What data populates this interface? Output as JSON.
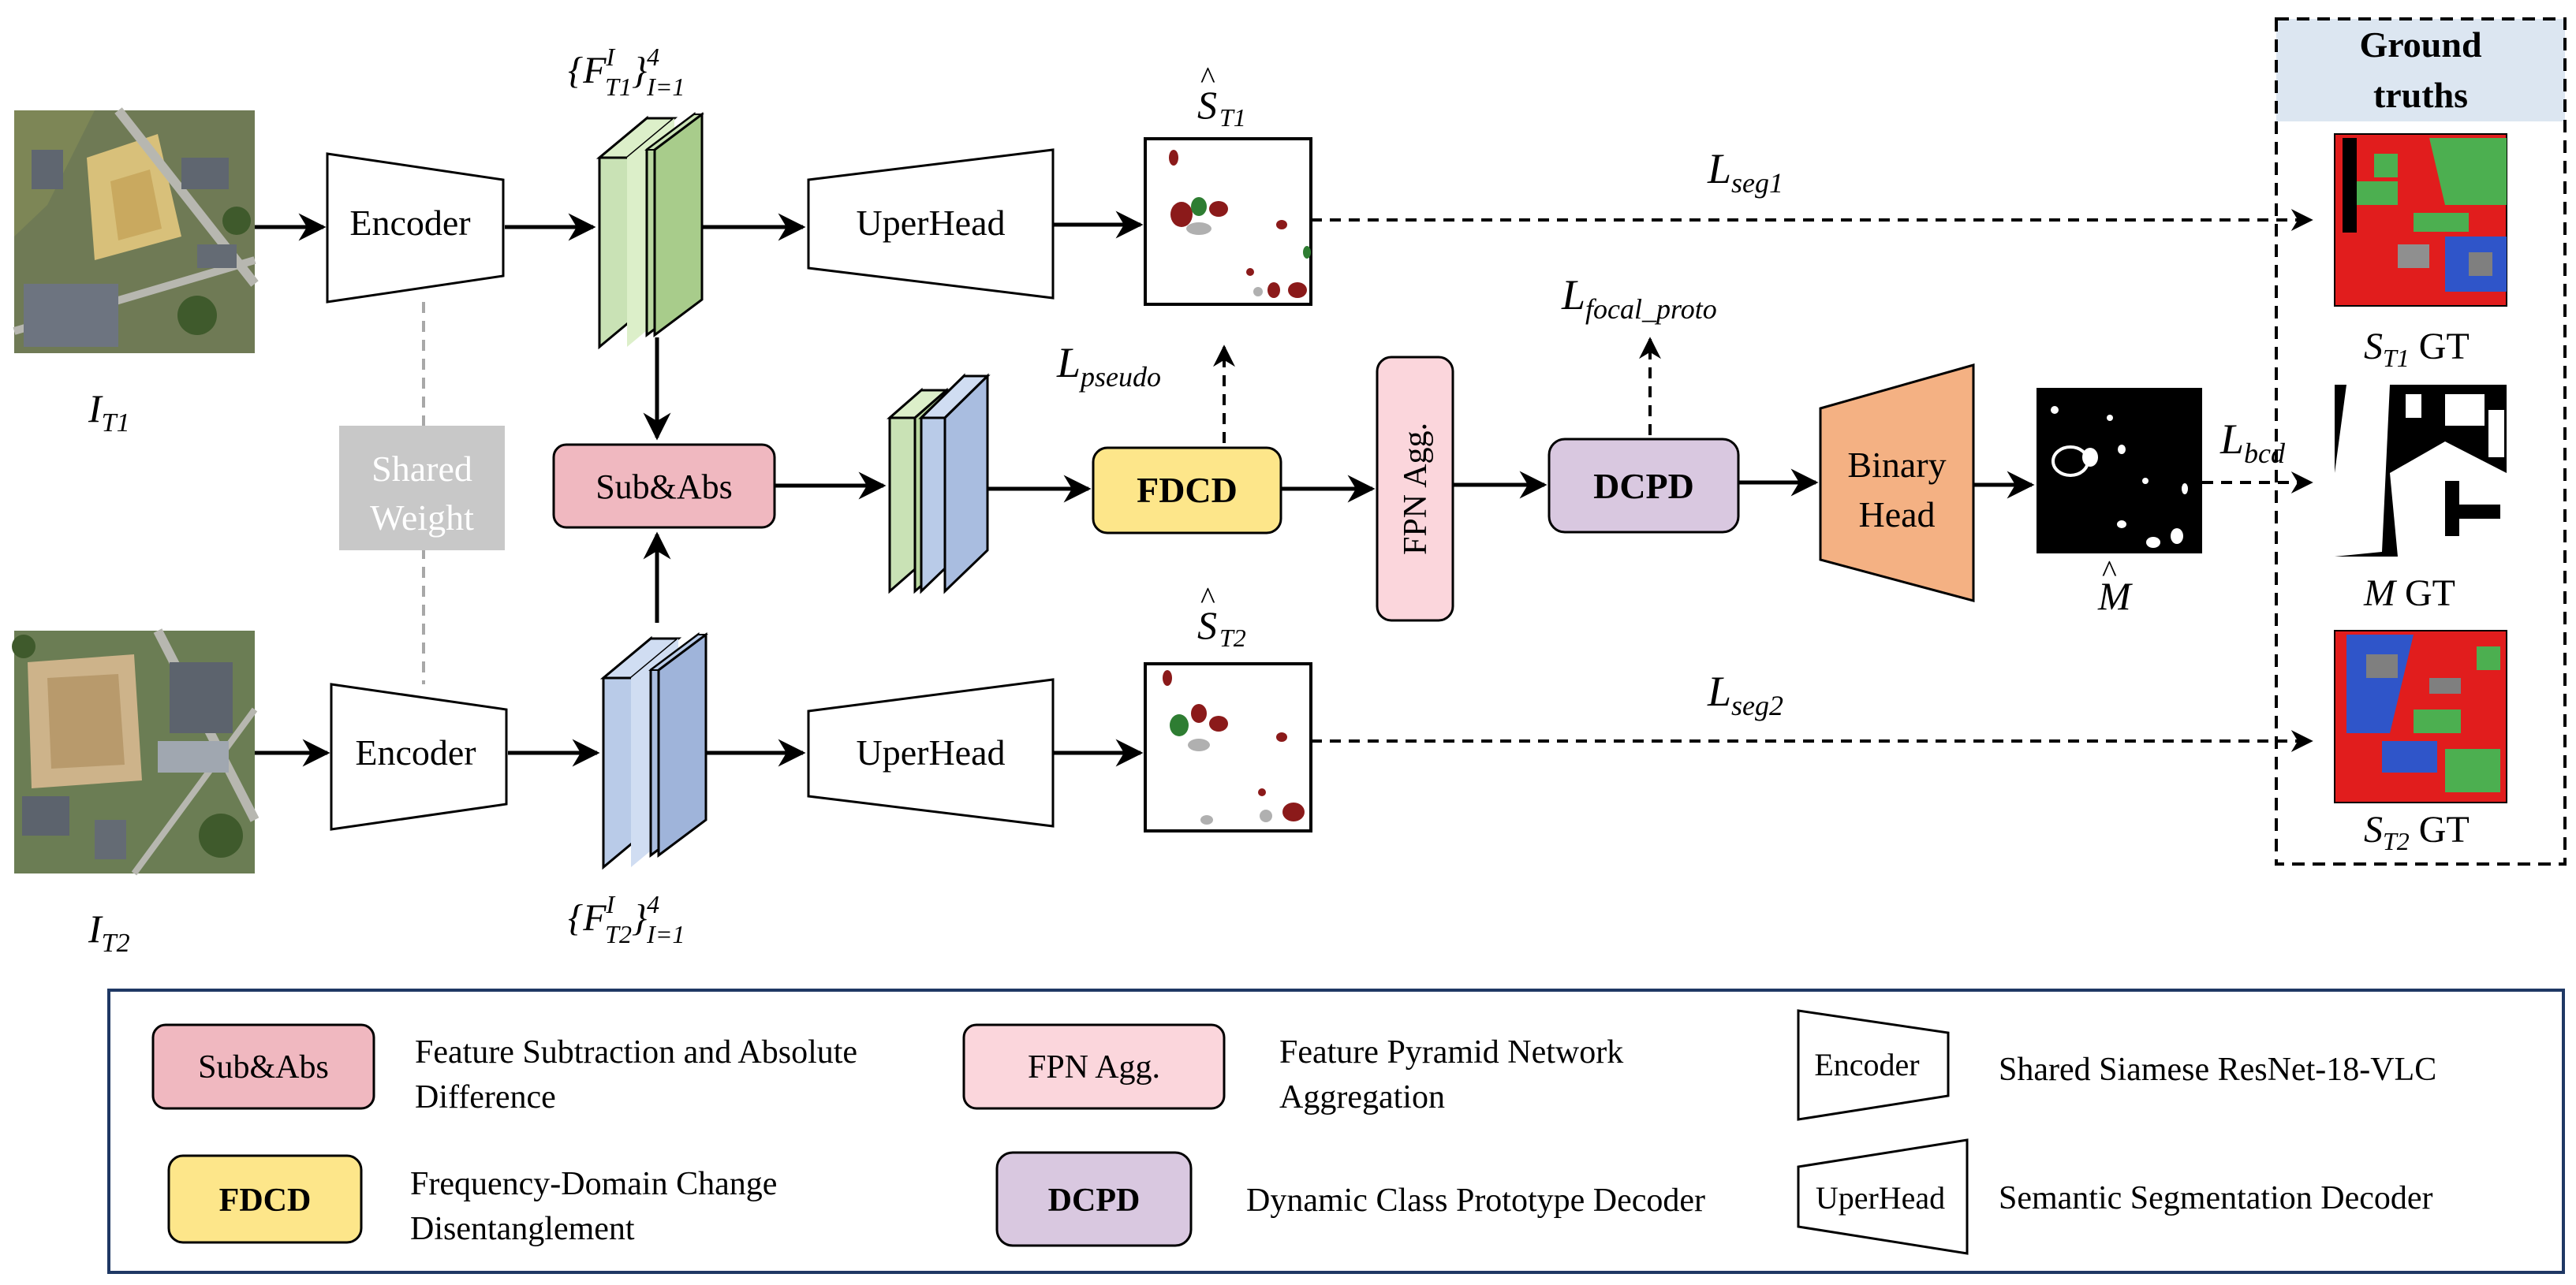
{
  "inputs": {
    "t1_label": "I",
    "t1_sub": "T1",
    "t2_label": "I",
    "t2_sub": "T2"
  },
  "shared_weight": {
    "line1": "Shared",
    "line2": "Weight"
  },
  "encoder_label": "Encoder",
  "uperhead_label": "UperHead",
  "features": {
    "t1_set": "{F",
    "t1_sup": "I",
    "t1_sub": "T1",
    "t1_close": "}",
    "t1_range_sup": "4",
    "t1_range_sub": "I=1",
    "t2_set": "{F",
    "t2_sup": "I",
    "t2_sub": "T2",
    "t2_close": "}",
    "t2_range_sup": "4",
    "t2_range_sub": "I=1"
  },
  "modules": {
    "subabs": "Sub&Abs",
    "fdcd": "FDCD",
    "fpn": "FPN Agg.",
    "dcpd": "DCPD",
    "binary_line1": "Binary",
    "binary_line2": "Head"
  },
  "predictions": {
    "s_t1": "S",
    "s_t1_sub": "T1",
    "s_t2": "S",
    "s_t2_sub": "T2",
    "m_hat": "M"
  },
  "losses": {
    "seg1": "L",
    "seg1_sub": "seg1",
    "seg2": "L",
    "seg2_sub": "seg2",
    "pseudo": "L",
    "pseudo_sub": "pseudo",
    "focal": "L",
    "focal_sub": "focal_proto",
    "bcd": "L",
    "bcd_sub": "bcd"
  },
  "ground_truths": {
    "title_line1": "Ground",
    "title_line2": "truths",
    "s_t1_gt": "S",
    "s_t1_gt_sub": "T1",
    "s_t1_gt_suffix": " GT",
    "m_gt": "M",
    "m_gt_suffix": " GT",
    "s_t2_gt": "S",
    "s_t2_gt_sub": "T2",
    "s_t2_gt_suffix": " GT"
  },
  "legend": {
    "subabs_key": "Sub&Abs",
    "subabs_desc1": "Feature Subtraction and Absolute",
    "subabs_desc2": "Difference",
    "fpn_key": "FPN Agg.",
    "fpn_desc1": "Feature Pyramid Network",
    "fpn_desc2": "Aggregation",
    "encoder_key": "Encoder",
    "encoder_desc": "Shared Siamese ResNet-18-VLC",
    "fdcd_key": "FDCD",
    "fdcd_desc1": "Frequency-Domain Change",
    "fdcd_desc2": "Disentanglement",
    "dcpd_key": "DCPD",
    "dcpd_desc": "Dynamic Class Prototype Decoder",
    "uperhead_key": "UperHead",
    "uperhead_desc": "Semantic Segmentation Decoder"
  },
  "colors": {
    "subabs": "#f0b8c0",
    "fdcd": "#fde68a",
    "fpn": "#fbd6dc",
    "dcpd": "#d9c8e0",
    "binary_head": "#f4b183",
    "feat_green": "#c9e2b5",
    "feat_blue": "#b9cbe8",
    "shared_weight_bg": "#c8c8c8",
    "gt_header": "#dce6f1",
    "legend_border": "#1f3864",
    "gt_red": "#e11d1d",
    "gt_green": "#4caf50",
    "gt_blue": "#2f55c9"
  }
}
